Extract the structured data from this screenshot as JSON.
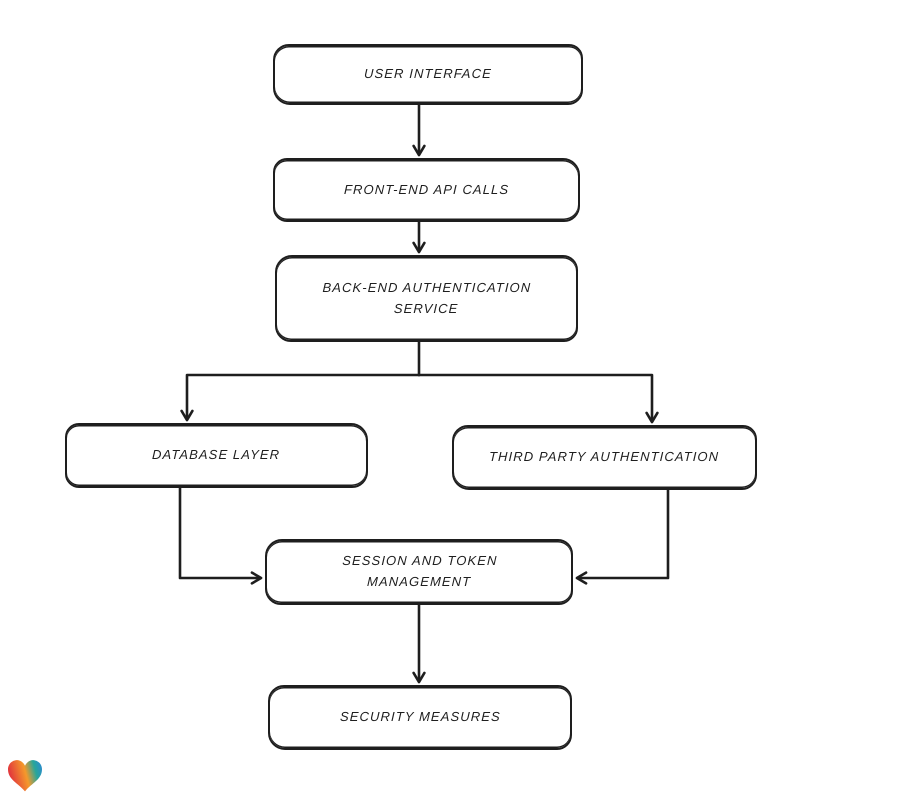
{
  "diagram": {
    "type": "flowchart",
    "direction": "top-down",
    "colors": {
      "background": "#ffffff",
      "stroke": "#1e1e1e",
      "node_fill": "#ffffff",
      "text": "#1e1e1e"
    },
    "nodes": [
      {
        "id": "user-interface",
        "label": "USER INTERFACE"
      },
      {
        "id": "front-end-api-calls",
        "label": "FRONT-END API CALLS"
      },
      {
        "id": "back-end-authentication-service",
        "label": "BACK-END AUTHENTICATION SERVICE"
      },
      {
        "id": "database-layer",
        "label": "DATABASE LAYER"
      },
      {
        "id": "third-party-authentication",
        "label": "THIRD PARTY AUTHENTICATION"
      },
      {
        "id": "session-and-token-management",
        "label": "SESSION AND TOKEN MANAGEMENT"
      },
      {
        "id": "security-measures",
        "label": "SECURITY MEASURES"
      }
    ],
    "edges": [
      {
        "from": "user-interface",
        "to": "front-end-api-calls"
      },
      {
        "from": "front-end-api-calls",
        "to": "back-end-authentication-service"
      },
      {
        "from": "back-end-authentication-service",
        "to": "database-layer"
      },
      {
        "from": "back-end-authentication-service",
        "to": "third-party-authentication"
      },
      {
        "from": "database-layer",
        "to": "session-and-token-management"
      },
      {
        "from": "third-party-authentication",
        "to": "session-and-token-management"
      },
      {
        "from": "session-and-token-management",
        "to": "security-measures"
      }
    ],
    "watermark": {
      "icon": "heart-icon",
      "gradient_colors": [
        "#e2383c",
        "#f5992b",
        "#27a69a",
        "#2d86d8"
      ]
    }
  }
}
